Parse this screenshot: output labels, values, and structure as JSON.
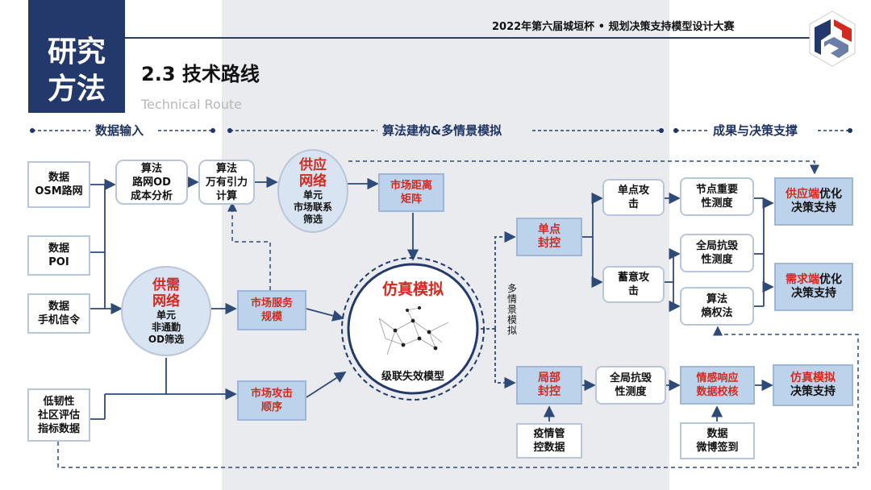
{
  "header": {
    "section_title_line1": "研究",
    "section_title_line2": "方法",
    "contest": "2022年第六届城垣杯 • 规划决策支持模型设计大赛",
    "heading": "2.3 技术路线",
    "subheading": "Technical Route"
  },
  "sections": {
    "input": "数据输入",
    "model": "算法建构&多情景模拟",
    "output": "成果与决策支撑"
  },
  "inputs": {
    "osm": [
      "数据",
      "OSM路网"
    ],
    "poi": [
      "数据",
      "POI"
    ],
    "phone": [
      "数据",
      "手机信令"
    ],
    "lowres": [
      "低韧性",
      "社区评估",
      "指标数据"
    ]
  },
  "algorithms": {
    "od_cost": [
      "算法",
      "路网OD",
      "成本分析"
    ],
    "gravity": [
      "算法",
      "万有引力",
      "计算"
    ]
  },
  "networks": {
    "supply": {
      "title": [
        "供应",
        "网络"
      ],
      "desc": [
        "单元",
        "市场联系",
        "筛选"
      ]
    },
    "supply_demand": {
      "title": [
        "供需",
        "网络"
      ],
      "desc": [
        "单元",
        "非通勤",
        "OD筛选"
      ]
    }
  },
  "market": {
    "distance_matrix": [
      "市场距离",
      "矩阵"
    ],
    "service_scale": [
      "市场服务",
      "规模"
    ],
    "attack_order": [
      "市场攻击",
      "顺序"
    ]
  },
  "simulation": {
    "title": "仿真模拟",
    "model": "级联失效模型",
    "scenario": "多情景模拟"
  },
  "controls": {
    "single": [
      "单点",
      "封控"
    ],
    "local": [
      "局部",
      "封控"
    ],
    "epidemic_data": [
      "疫情管",
      "控数据"
    ]
  },
  "attacks": {
    "single_attack": [
      "单点攻",
      "击"
    ],
    "deliberate_attack": [
      "蓄意攻",
      "击"
    ],
    "global_resilience_local": [
      "全局抗毁",
      "性测度"
    ]
  },
  "measures": {
    "node_importance": [
      "节点重要",
      "性测度"
    ],
    "global_resilience": [
      "全局抗毁",
      "性测度"
    ],
    "entropy": [
      "算法",
      "熵权法"
    ],
    "emotion_calib": [
      "情感响应",
      "数据校核"
    ],
    "weibo": [
      "数据",
      "微博签到"
    ]
  },
  "outputs": {
    "supply_side_red": "供应端",
    "supply_side_rest": "优化",
    "supply_side_line2": "决策支持",
    "demand_side_red": "需求端",
    "demand_side_rest": "优化",
    "demand_side_line2": "决策支持",
    "sim_red": "仿真模拟",
    "sim_line2": "决策支持"
  },
  "colors": {
    "navy": "#24396b",
    "accent_red": "#d22a20",
    "box_blue": "#bdd3ec",
    "panel_gray": "#e9ebef"
  }
}
